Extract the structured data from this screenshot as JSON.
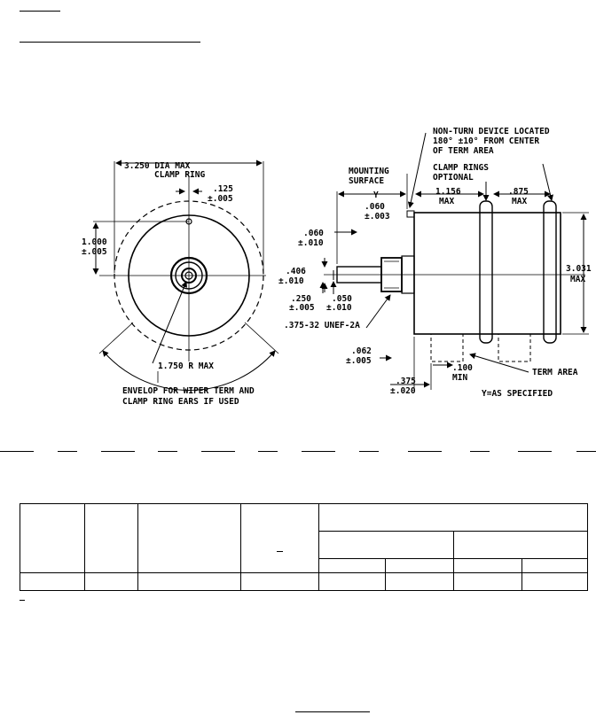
{
  "drawing": {
    "notes": {
      "non_turn": [
        "NON-TURN DEVICE LOCATED",
        "180° ±10° FROM CENTER",
        "OF TERM AREA"
      ],
      "clamp_rings": [
        "CLAMP RINGS",
        "OPTIONAL"
      ],
      "mounting": [
        "MOUNTING",
        "SURFACE"
      ],
      "envelop": [
        "ENVELOP FOR WIPER TERM AND",
        "CLAMP RING EARS IF USED"
      ],
      "y_spec": "Y=AS SPECIFIED",
      "term_area": "TERM AREA",
      "thread": ".375-32 UNEF-2A"
    },
    "dims": {
      "dia": [
        "3.250 DIA MAX",
        "CLAMP RING"
      ],
      "d125": [
        ".125",
        "±.005"
      ],
      "d1000": [
        "1.000",
        "±.005"
      ],
      "r1750": "1.750 R MAX",
      "d060a": [
        ".060",
        "±.010"
      ],
      "d406": [
        ".406",
        "±.010"
      ],
      "d250": [
        ".250",
        "±.005"
      ],
      "d050": [
        ".050",
        "±.010"
      ],
      "y": "Y",
      "d060b": [
        ".060",
        "±.003"
      ],
      "d1156": [
        "1.156",
        "MAX"
      ],
      "d875": [
        ".875",
        "MAX"
      ],
      "d3031": [
        "3.031",
        "MAX"
      ],
      "d062": [
        ".062",
        "±.005"
      ],
      "d100": [
        ".100",
        "MIN"
      ],
      "d375": [
        ".375",
        "±.020"
      ]
    }
  },
  "table": {
    "footnote_mark": "_"
  }
}
